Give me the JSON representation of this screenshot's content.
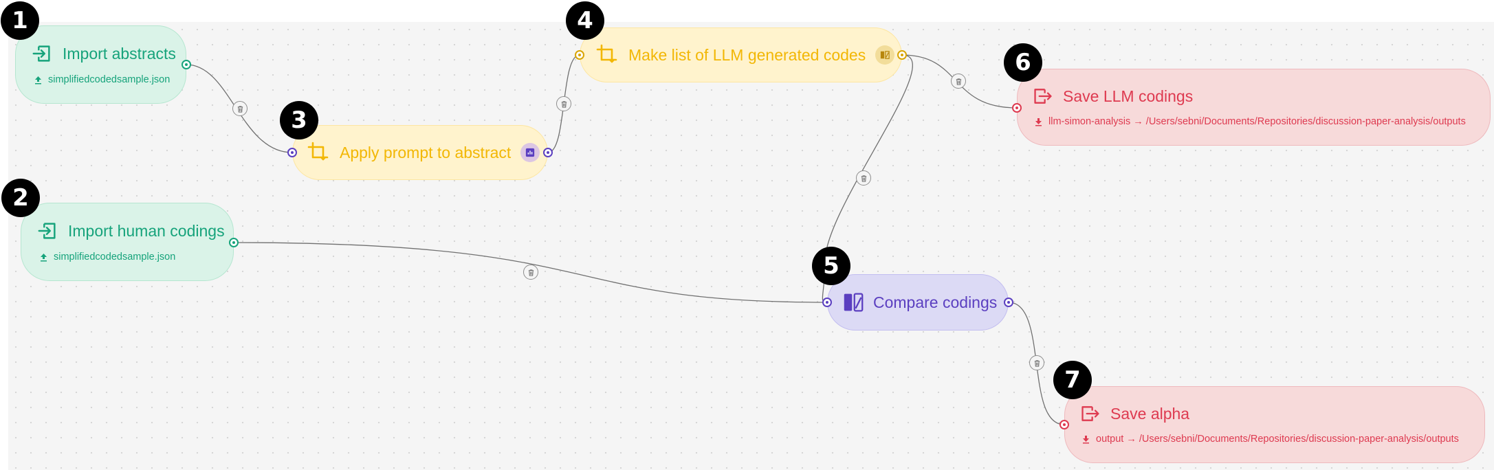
{
  "nodes": {
    "import_abstracts": {
      "title": "Import abstracts",
      "subtitle": "simplifiedcodedsample.json",
      "badge": "1"
    },
    "import_human": {
      "title": "Import human codings",
      "subtitle": "simplifiedcodedsample.json",
      "badge": "2"
    },
    "apply_prompt": {
      "title": "Apply prompt to abstract",
      "badge": "3"
    },
    "make_list": {
      "title": "Make list of LLM generated codes",
      "badge": "4"
    },
    "compare": {
      "title": "Compare codings",
      "badge": "5"
    },
    "save_llm": {
      "title": "Save LLM codings",
      "subtitle": "llm-simon-analysis → /Users/sebni/Documents/Repositories/discussion-paper-analysis/outputs",
      "badge": "6"
    },
    "save_alpha": {
      "title": "Save alpha",
      "subtitle": "output → /Users/sebni/Documents/Repositories/discussion-paper-analysis/outputs",
      "badge": "7"
    }
  },
  "icons": {
    "import": "import-icon",
    "upload": "upload-icon",
    "crop": "crop-icon",
    "compare": "compare-icon",
    "export": "export-icon",
    "download": "download-icon",
    "edge_delete": "trash-icon"
  },
  "colors": {
    "import": "#16a37b",
    "transform": "#f2b705",
    "export": "#de3a50",
    "compare": "#5b3fc0",
    "edge": "#707070",
    "badge": "#000000"
  }
}
